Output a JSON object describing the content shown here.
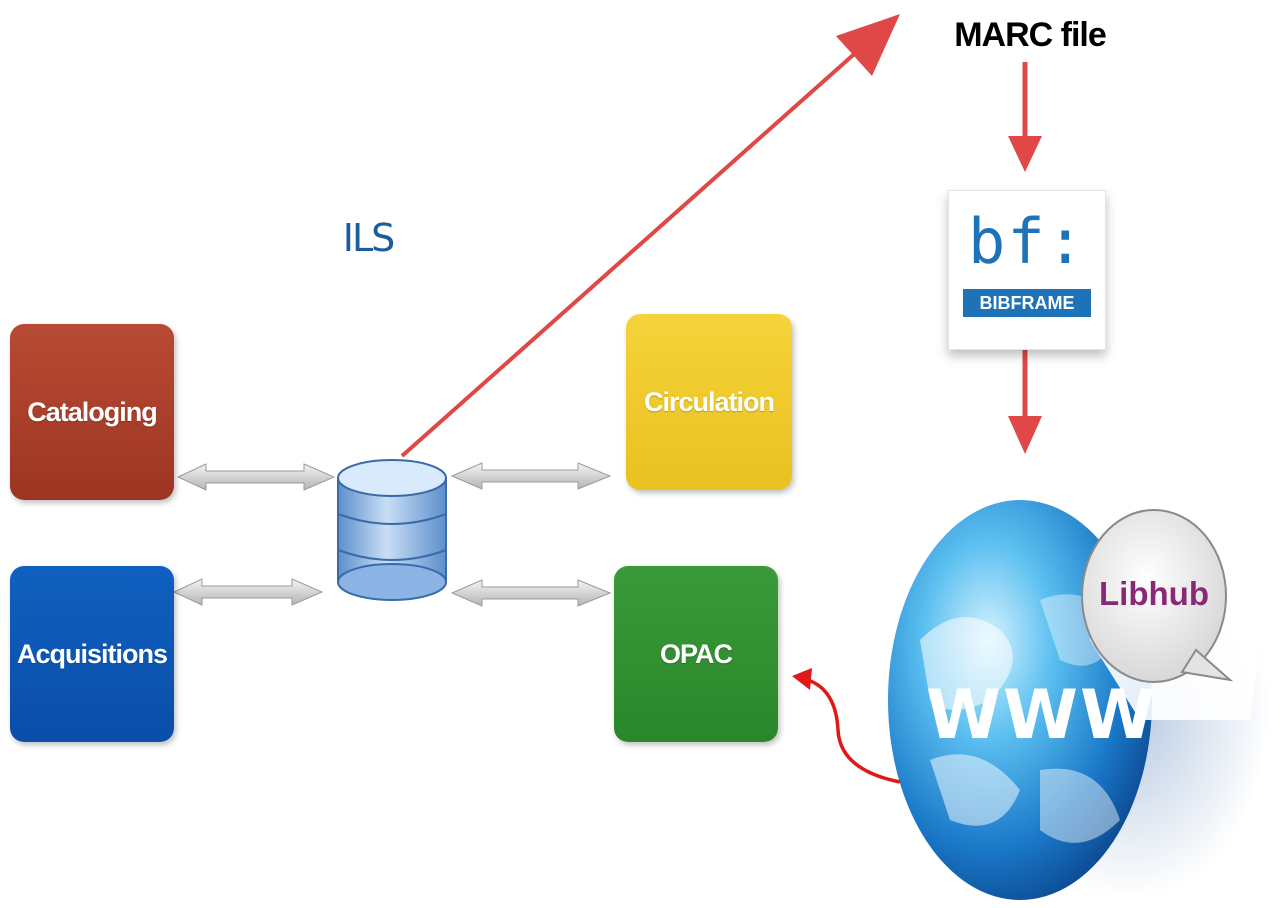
{
  "title": "ILS",
  "modules": {
    "cataloging": "Cataloging",
    "acquisitions": "Acquisitions",
    "circulation": "Circulation",
    "opac": "OPAC"
  },
  "marc_file": "MARC file",
  "bibframe": {
    "logo_text": "bf:",
    "band_text": "BIBFRAME"
  },
  "web": {
    "bubble_text": "Libhub",
    "globe_text": "WWW"
  },
  "colors": {
    "cataloging": "#a63a28",
    "acquisitions": "#0c56b4",
    "circulation": "#f0ca2c",
    "opac": "#319031",
    "flow_arrow": "#e04848",
    "ils_label": "#1a5c9c",
    "bibframe_blue": "#1e72b8",
    "libhub_purple": "#8a2877"
  },
  "icons": [
    "database-icon",
    "double-arrow-icon",
    "down-arrow-icon",
    "globe-icon",
    "speech-bubble-icon",
    "bibframe-logo"
  ]
}
